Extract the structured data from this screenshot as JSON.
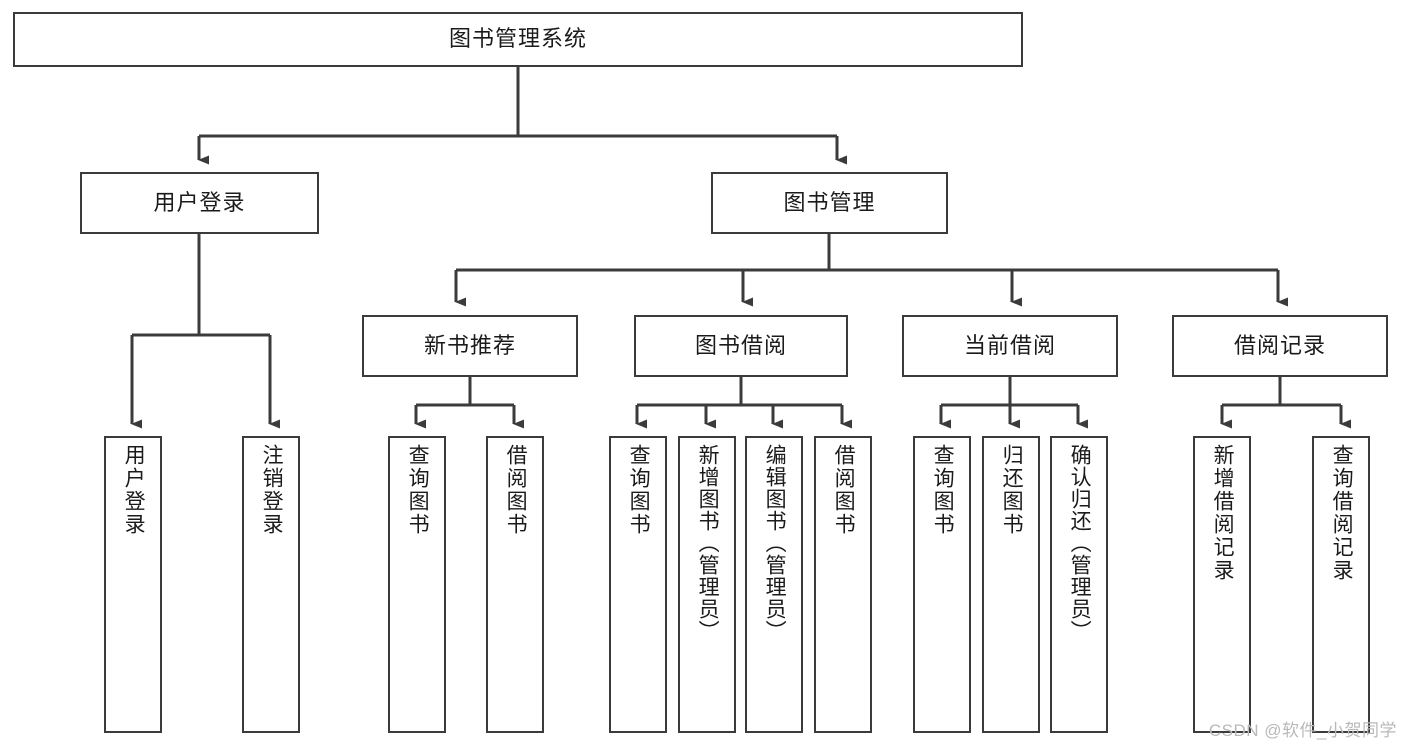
{
  "diagram": {
    "title": "图书管理系统",
    "watermark": "CSDN @软件_小贺同学",
    "colors": {
      "stroke": "#3b3b3b",
      "fill": "#ffffff",
      "text": "#1b1b1b",
      "watermark": "#b9b9b9"
    },
    "root": {
      "label": "图书管理系统"
    },
    "level1": [
      {
        "label": "用户登录"
      },
      {
        "label": "图书管理"
      }
    ],
    "level2": [
      {
        "label": "新书推荐"
      },
      {
        "label": "图书借阅"
      },
      {
        "label": "当前借阅"
      },
      {
        "label": "借阅记录"
      }
    ],
    "leaves": {
      "user_login": [
        {
          "label": "用户登录"
        },
        {
          "label": "注销登录"
        }
      ],
      "new_book_recommend": [
        {
          "label": "查询图书"
        },
        {
          "label": "借阅图书"
        }
      ],
      "book_borrow": [
        {
          "label": "查询图书"
        },
        {
          "label": "新增图书（管理员）"
        },
        {
          "label": "编辑图书（管理员）"
        },
        {
          "label": "借阅图书"
        }
      ],
      "current_borrow": [
        {
          "label": "查询图书"
        },
        {
          "label": "归还图书"
        },
        {
          "label": "确认归还（管理员）"
        }
      ],
      "borrow_records": [
        {
          "label": "新增借阅记录"
        },
        {
          "label": "查询借阅记录"
        }
      ]
    }
  }
}
